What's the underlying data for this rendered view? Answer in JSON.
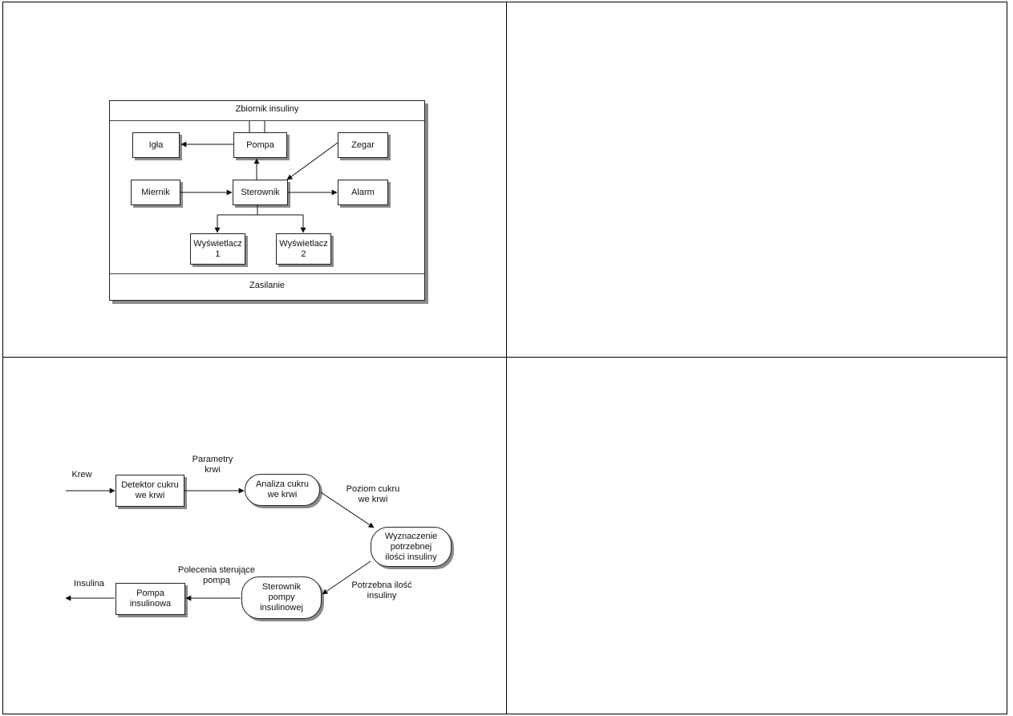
{
  "diagram1": {
    "title": "Zbiornik insuliny",
    "footer": "Zasilanie",
    "boxes": {
      "igla": "Igła",
      "pompa": "Pompa",
      "zegar": "Zegar",
      "miernik": "Miernik",
      "sterownik": "Sterownik",
      "alarm": "Alarm",
      "wyswietlacz1": "Wyświetlacz\n1",
      "wyswietlacz2": "Wyświetlacz\n2"
    }
  },
  "diagram2": {
    "nodes": {
      "detektor": "Detektor cukru\nwe krwi",
      "analiza": "Analiza cukru\nwe krwi",
      "wyznaczenie": "Wyznaczenie\npotrzebnej\nilości insuliny",
      "sterownik": "Sterownik\npompy\ninsulinowej",
      "pompa": "Pompa\ninsulinowa"
    },
    "flows": {
      "krew": "Krew",
      "parametry": "Parametry\nkrwi",
      "poziom": "Poziom cukru\nwe krwi",
      "potrzebna": "Potrzebna ilość\ninsuliny",
      "polecenia": "Polecenia sterujące\npompą",
      "insulina": "Insulina"
    }
  }
}
